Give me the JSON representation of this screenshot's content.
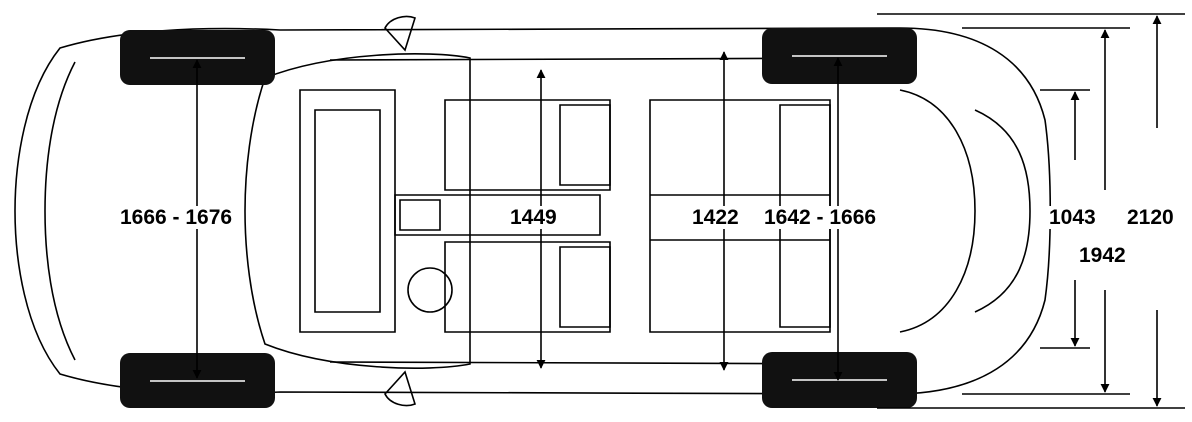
{
  "diagram": {
    "dimensions": {
      "front_track": "1666 - 1676",
      "front_shoulder_width": "1449",
      "rear_shoulder_width": "1422",
      "rear_track": "1642 - 1666",
      "overall_width_rear_opening": "1043",
      "overall_width_with_mirrors": "2120",
      "overall_width": "1942"
    },
    "colors": {
      "line": "#000000",
      "tire": "#111111",
      "background": "#ffffff"
    }
  }
}
